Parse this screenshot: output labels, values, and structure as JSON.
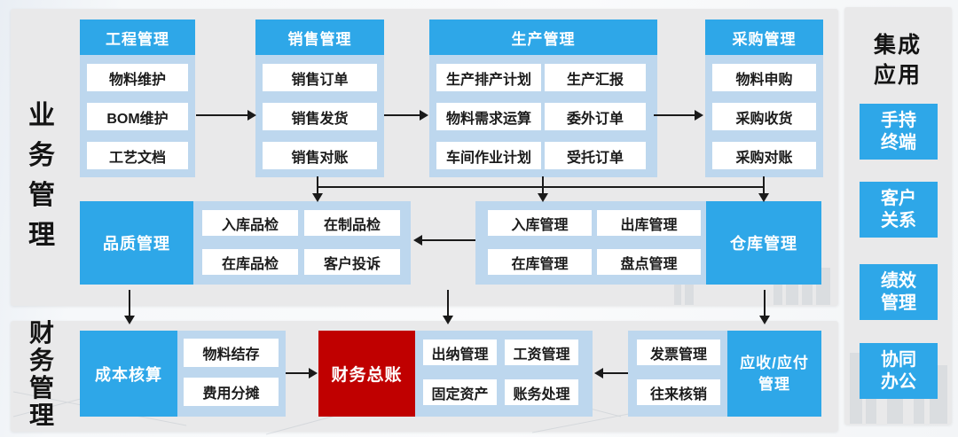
{
  "diagram": {
    "section_business": "业务管理",
    "section_finance": "财务管理",
    "groups": {
      "engineering": {
        "title": "工程管理",
        "items": [
          "物料维护",
          "BOM维护",
          "工艺文档"
        ]
      },
      "sales": {
        "title": "销售管理",
        "items": [
          "销售订单",
          "销售发货",
          "销售对账"
        ]
      },
      "production": {
        "title": "生产管理",
        "left_items": [
          "生产排产计划",
          "物料需求运算",
          "车间作业计划"
        ],
        "right_items": [
          "生产汇报",
          "委外订单",
          "受托订单"
        ]
      },
      "procurement": {
        "title": "采购管理",
        "items": [
          "物料申购",
          "采购收货",
          "采购对账"
        ]
      },
      "quality": {
        "title": "品质管理",
        "items": [
          "入库品检",
          "在制品检",
          "在库品检",
          "客户投诉"
        ]
      },
      "warehouse": {
        "title": "仓库管理",
        "items": [
          "入库管理",
          "出库管理",
          "在库管理",
          "盘点管理"
        ]
      },
      "cost": {
        "title": "成本核算",
        "items": [
          "物料结存",
          "费用分摊"
        ]
      },
      "ledger": {
        "title": "财务总账",
        "items": [
          "出纳管理",
          "工资管理",
          "固定资产",
          "账务处理"
        ]
      },
      "receivable": {
        "title": "应收/应付管理",
        "items": [
          "发票管理",
          "往来核销"
        ]
      }
    },
    "integration": {
      "title": "集成应用",
      "apps": [
        "手持终端",
        "客户关系",
        "绩效管理",
        "协同办公"
      ]
    },
    "colors": {
      "accent_blue": "#2EA7E8",
      "container_blue": "#BDD7EE",
      "highlight_red": "#C00000",
      "panel_gray": "#E9E9EA",
      "arrow_black": "#1A1A1A"
    }
  }
}
